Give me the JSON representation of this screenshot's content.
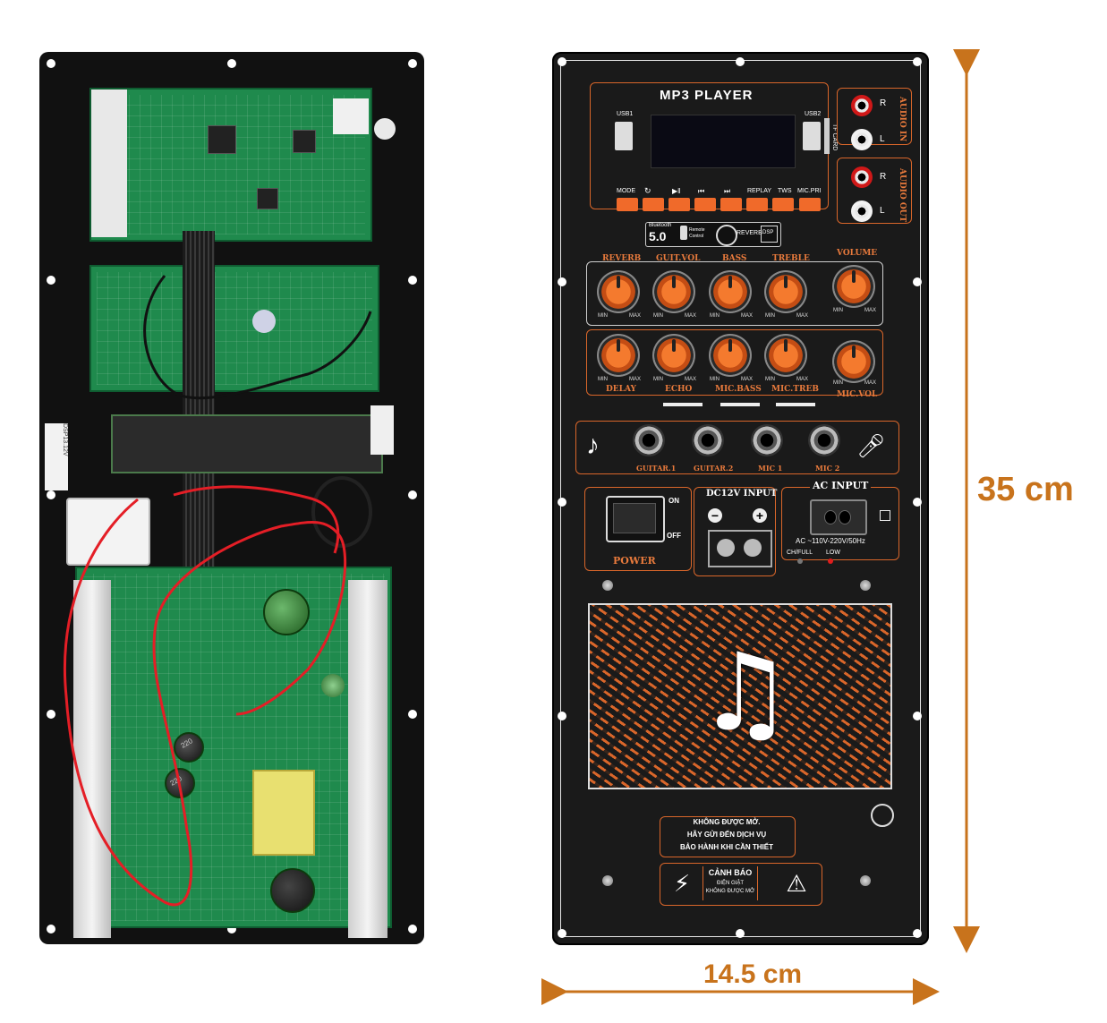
{
  "back_board": {
    "pcb_marks": [
      "220",
      "220"
    ],
    "sticker_text": "DSP13.12V"
  },
  "front_panel": {
    "mp3_title": "MP3 PLAYER",
    "usb1": "USB1",
    "usb2": "USB2",
    "tf_card": "TF CARD",
    "buttons": [
      "MODE",
      "↻",
      "▶‖",
      "⏮",
      "⏭",
      "REPLAY",
      "TWS",
      "MIC.PRI"
    ],
    "features": {
      "bluetooth_label": "Bluetooth",
      "bluetooth_version": "5.0",
      "remote_label": "Remote Control",
      "reverb_label": "REVERB",
      "dsp_label": "DSP"
    },
    "audio_in": "AUDIO IN",
    "audio_out": "AUDIO OUT",
    "rca_right": "R",
    "rca_left": "L",
    "knobs_top": [
      "REVERB",
      "GUIT.VOL",
      "BASS",
      "TREBLE",
      "VOLUME"
    ],
    "knobs_bottom": [
      "DELAY",
      "ECHO",
      "MIC.BASS",
      "MIC.TREB",
      "MIC.VOL"
    ],
    "min_label": "MIN",
    "max_label": "MAX",
    "jacks": [
      "GUITAR.1",
      "GUITAR.2",
      "MIC 1",
      "MIC 2"
    ],
    "power": {
      "label": "POWER",
      "on": "ON",
      "off": "OFF"
    },
    "dc_input": {
      "label": "DC12V INPUT",
      "minus": "−",
      "plus": "+"
    },
    "ac_input": {
      "label": "AC INPUT",
      "rating": "AC ~110V-220V/50Hz",
      "ch_full": "CH/FULL",
      "low": "LOW"
    },
    "notice_lines": [
      "KHÔNG ĐƯỢC MỞ.",
      "HÃY GỬI ĐẾN DỊCH VỤ",
      "BẢO HÀNH KHI CẦN THIẾT"
    ],
    "warning": {
      "title": "CẢNH BÁO",
      "line1": "ĐIỆN GIẬT",
      "line2": "KHÔNG ĐƯỢC MỞ"
    }
  },
  "dimensions": {
    "height": "35 cm",
    "width": "14.5 cm"
  },
  "colors": {
    "accent": "#d9662a",
    "dimension": "#c8731c",
    "pcb_green": "#1f8a4d"
  }
}
